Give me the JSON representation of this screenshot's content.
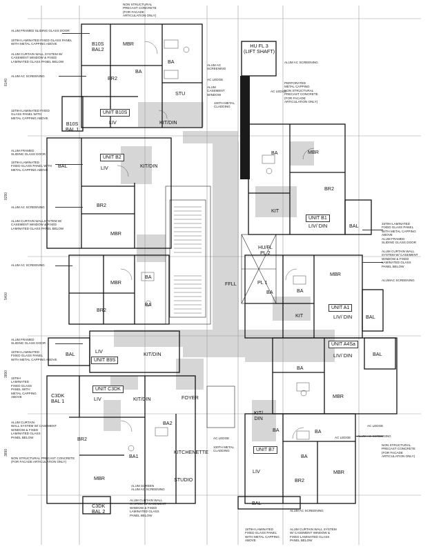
{
  "notes": [
    {
      "id": "n1",
      "text": "NON STRUCTURAL\nPRECAST CONCRETE\n(FOR FACADE\nARTICULATION ONLY)"
    },
    {
      "id": "n2",
      "text": "ALUM FRAMED SLIDING GLASS DOOR"
    },
    {
      "id": "n3",
      "text": "15T9H LAMINATED FIXED GLASS PANEL\nWITH METAL CAPPING ABOVE"
    },
    {
      "id": "n4",
      "text": "ALUM CURTAIN WALL SYSTEM W/\nCASEMENT WINDOW & FIXED\nLAMINATED GLASS PANEL BELOW"
    },
    {
      "id": "n5",
      "text": "ALUM AC SCREENING"
    },
    {
      "id": "n6",
      "text": "15T9H LAMINATED FIXED\nGLASS PANEL WITH\nMETAL CAPPING ABOVE"
    },
    {
      "id": "n7",
      "text": "ALUM FRAMED\nSLIDING GLASS DOOR"
    },
    {
      "id": "n8",
      "text": "15T9H LAMINATED\nFIXED GLASS PANEL WITH\nMETAL CAPPING ABOVE"
    },
    {
      "id": "n9",
      "text": "ALUM AC SCREENING"
    },
    {
      "id": "n10",
      "text": "ALUM CURTAIN WALLSYSTEM W/\nCASEMENT WINDOW & FIXED\nLAMINATED GLASS PANEL BELOW"
    },
    {
      "id": "n11",
      "text": "ALUM AC SCREENING"
    },
    {
      "id": "n12",
      "text": "ALUM FRAMED\nSLIDING GLASS DOOR"
    },
    {
      "id": "n13",
      "text": "15T9H LAMINATED\nFIXED GLASS PANEL\nWITH METAL CAPPING ABOVE"
    },
    {
      "id": "n14",
      "text": "15T9H\nLAMINATED\nFIXED GLASS\nPANEL WITH\nMETAL CAPPING\nABOVE"
    },
    {
      "id": "n15",
      "text": "ALUM CURTAIN\nWALL SYSTEM W/ CASEMENT\nWINDOW & FIXED\nLAMINATED GLASS\nPANEL BELOW"
    },
    {
      "id": "n16",
      "text": "NON STRUCTURAL PRECAST CONCRETE\n(FOR FACADE ARTICULATION ONLY)"
    },
    {
      "id": "n17",
      "text": "ALUM AC\nSCREENING"
    },
    {
      "id": "n18",
      "text": "AC LEDGE"
    },
    {
      "id": "n19",
      "text": "ALUM\nCASEMENT\nWINDOW"
    },
    {
      "id": "n20",
      "text": "100TH METAL\nCLADDING"
    },
    {
      "id": "n21",
      "text": "AC LEDGE"
    },
    {
      "id": "n22",
      "text": "ALUM AC SCREENING"
    },
    {
      "id": "n23",
      "text": "PERFORATED\nMETAL CAPPING\nNON STRUCTURAL\nPRECAST CONCRETE\n(FOR FACADE\nARTICULATION ONLY)"
    },
    {
      "id": "n24",
      "text": "15T9H LAMINATED\nFIXED GLASS PANEL\nWITH METAL CAPPING\nABOVE\nALUM FRAMED\nSLIDING GLASS DOOR"
    },
    {
      "id": "n25",
      "text": "ALUM CURTAIN WALL\nSYSTEM W/ CASEMENT\nWINDOW & FIXED\nLAMINATED GLASS\nPANEL BELOW"
    },
    {
      "id": "n26",
      "text": "ALUMAC SCREENING"
    },
    {
      "id": "n27",
      "text": "ALUM AC SCREENING"
    },
    {
      "id": "n28",
      "text": "NON STRUCTURAL\nPRECAST CONCRETE\n(FOR FACADE\nARTICULATION ONLY)"
    },
    {
      "id": "n29",
      "text": "ALUM SCREEN\nALUM AC SCREENING"
    },
    {
      "id": "n30",
      "text": "ALUM CURTAIN WALL\nSYSTEM W/ CASEMENT\nWINDOW & FIXED\nLAMINATED GLASS\nPANEL BELOW"
    },
    {
      "id": "n31",
      "text": "AC LEDGE"
    },
    {
      "id": "n32",
      "text": "100TH METAL\nCLADDING"
    },
    {
      "id": "n33",
      "text": "15T9H LAMINATED\nFIXED GLASS PANEL\nWITH METAL CAPPING\nABOVE"
    },
    {
      "id": "n34",
      "text": "ALUM CURTAIN WALL SYSTEM\nW/ CASEMENT WINDOW &\nFIXED LAMINATED GLASS\nPANEL BELOW"
    },
    {
      "id": "n35",
      "text": "AC LEDGE"
    },
    {
      "id": "n36",
      "text": "AC LEDGE"
    },
    {
      "id": "n37",
      "text": "ALUM AC SCREENING"
    }
  ],
  "rooms": [
    {
      "id": "r1",
      "text": "MBR"
    },
    {
      "id": "r2",
      "text": "B10S\nBAL2"
    },
    {
      "id": "r3",
      "text": "BA"
    },
    {
      "id": "r4",
      "text": "BA"
    },
    {
      "id": "r5",
      "text": "BR2"
    },
    {
      "id": "r6",
      "text": "STU"
    },
    {
      "id": "r7",
      "text": "LIV"
    },
    {
      "id": "r8",
      "text": "KIT/DIN"
    },
    {
      "id": "r9",
      "text": "B10S\nBAL 1"
    },
    {
      "id": "r10",
      "text": "HU FL 3\n(LIFT SHAFT)"
    },
    {
      "id": "r11",
      "text": "LIV"
    },
    {
      "id": "r12",
      "text": "KIT/DIN"
    },
    {
      "id": "r13",
      "text": "BAL"
    },
    {
      "id": "r14",
      "text": "BR2"
    },
    {
      "id": "r15",
      "text": "MBR"
    },
    {
      "id": "r16",
      "text": "MBR"
    },
    {
      "id": "r17",
      "text": "BA"
    },
    {
      "id": "r18",
      "text": "BA"
    },
    {
      "id": "r19",
      "text": "BR2"
    },
    {
      "id": "r20",
      "text": "BAL"
    },
    {
      "id": "r21",
      "text": "LIV"
    },
    {
      "id": "r22",
      "text": "KIT/DIN"
    },
    {
      "id": "r23",
      "text": "BA"
    },
    {
      "id": "r24",
      "text": "MBR"
    },
    {
      "id": "r25",
      "text": "BR2"
    },
    {
      "id": "r26",
      "text": "KIT"
    },
    {
      "id": "r27",
      "text": "LIV/ DIN"
    },
    {
      "id": "r28",
      "text": "BAL"
    },
    {
      "id": "r29",
      "text": "HU/FL\nPL 2"
    },
    {
      "id": "r30",
      "text": "PL 1"
    },
    {
      "id": "r31",
      "text": "FFLL"
    },
    {
      "id": "r32",
      "text": "BA"
    },
    {
      "id": "r33",
      "text": "MBR"
    },
    {
      "id": "r34",
      "text": "KIT"
    },
    {
      "id": "r35",
      "text": "LIV/ DIN"
    },
    {
      "id": "r36",
      "text": "BAL"
    },
    {
      "id": "r37",
      "text": "LIV/ DIN"
    },
    {
      "id": "r38",
      "text": "BAL"
    },
    {
      "id": "r39",
      "text": "BA"
    },
    {
      "id": "r40",
      "text": "MBR"
    },
    {
      "id": "r41",
      "text": "C3DK\nBAL 1"
    },
    {
      "id": "r42",
      "text": "LIV"
    },
    {
      "id": "r43",
      "text": "KIT/DIN"
    },
    {
      "id": "r44",
      "text": "FOYER"
    },
    {
      "id": "r45",
      "text": "BR2"
    },
    {
      "id": "r46",
      "text": "BA2"
    },
    {
      "id": "r47",
      "text": "BA1"
    },
    {
      "id": "r48",
      "text": "KITCHENETTE"
    },
    {
      "id": "r49",
      "text": "MBR"
    },
    {
      "id": "r50",
      "text": "STUDIO"
    },
    {
      "id": "r51",
      "text": "C3DK\nBAL 2"
    },
    {
      "id": "r52",
      "text": "KIT/\nDIN"
    },
    {
      "id": "r53",
      "text": "BA"
    },
    {
      "id": "r54",
      "text": "LIV"
    },
    {
      "id": "r55",
      "text": "BR2"
    },
    {
      "id": "r56",
      "text": "MBR"
    },
    {
      "id": "r57",
      "text": "BAL"
    },
    {
      "id": "r58",
      "text": "BA"
    },
    {
      "id": "r59",
      "text": "BA"
    },
    {
      "id": "r60",
      "text": "BA"
    }
  ],
  "units": [
    {
      "id": "u1",
      "text": "UNIT B10S"
    },
    {
      "id": "u2",
      "text": "UNIT B2"
    },
    {
      "id": "u3",
      "text": "UNIT B1"
    },
    {
      "id": "u4",
      "text": "UNIT A1"
    },
    {
      "id": "u5",
      "text": "UNIT A4Sa"
    },
    {
      "id": "u6",
      "text": "UNIT B9S"
    },
    {
      "id": "u7",
      "text": "UNIT C3DK"
    },
    {
      "id": "u8",
      "text": "UNIT B7"
    }
  ],
  "dimensions": [
    "8140",
    "8290",
    "5400",
    "3890",
    "3890"
  ]
}
